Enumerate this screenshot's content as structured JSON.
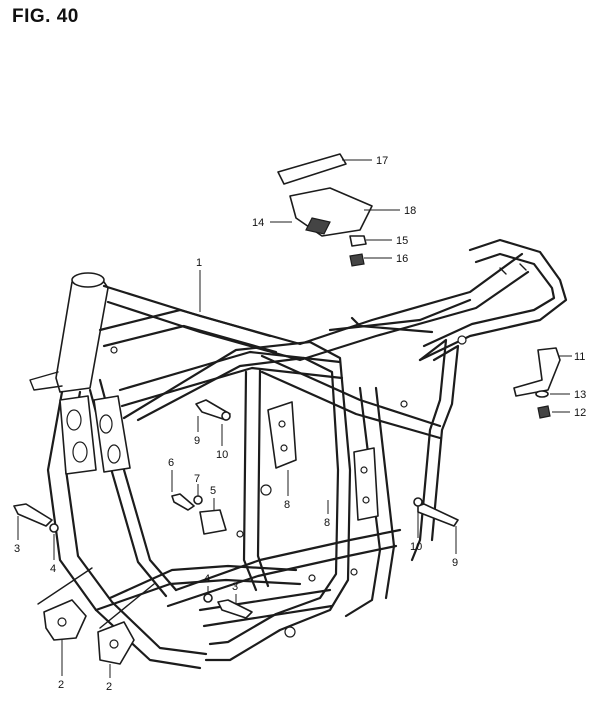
{
  "figure": {
    "title": "FIG. 40"
  },
  "callouts": [
    {
      "id": "c17",
      "label": "17"
    },
    {
      "id": "c18",
      "label": "18"
    },
    {
      "id": "c14",
      "label": "14"
    },
    {
      "id": "c15",
      "label": "15"
    },
    {
      "id": "c16",
      "label": "16"
    },
    {
      "id": "c1",
      "label": "1"
    },
    {
      "id": "c11",
      "label": "11"
    },
    {
      "id": "c13",
      "label": "13"
    },
    {
      "id": "c12",
      "label": "12"
    },
    {
      "id": "c9a",
      "label": "9"
    },
    {
      "id": "c10a",
      "label": "10"
    },
    {
      "id": "c6",
      "label": "6"
    },
    {
      "id": "c7",
      "label": "7"
    },
    {
      "id": "c5",
      "label": "5"
    },
    {
      "id": "c8a",
      "label": "8"
    },
    {
      "id": "c8b",
      "label": "8"
    },
    {
      "id": "c10b",
      "label": "10"
    },
    {
      "id": "c9b",
      "label": "9"
    },
    {
      "id": "c3a",
      "label": "3"
    },
    {
      "id": "c4a",
      "label": "4"
    },
    {
      "id": "c4b",
      "label": "4"
    },
    {
      "id": "c3b",
      "label": "3"
    },
    {
      "id": "c2a",
      "label": "2"
    },
    {
      "id": "c2b",
      "label": "2"
    }
  ]
}
